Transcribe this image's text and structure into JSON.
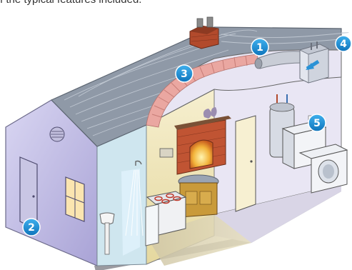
{
  "caption": "f the typical features included.",
  "callouts": [
    {
      "number": "1",
      "target": "attic ductwork"
    },
    {
      "number": "2",
      "target": "exterior wall"
    },
    {
      "number": "3",
      "target": "attic insulation"
    },
    {
      "number": "4",
      "target": "furnace"
    },
    {
      "number": "5",
      "target": "laundry appliances"
    }
  ],
  "colors": {
    "badge": "#1a8fd6",
    "roof": "#8e98a6",
    "wall_exterior": "#c6c2e6",
    "insulation": "#e9a6a0",
    "interior_wall": "#eee3b8",
    "brick": "#b04a2a"
  }
}
